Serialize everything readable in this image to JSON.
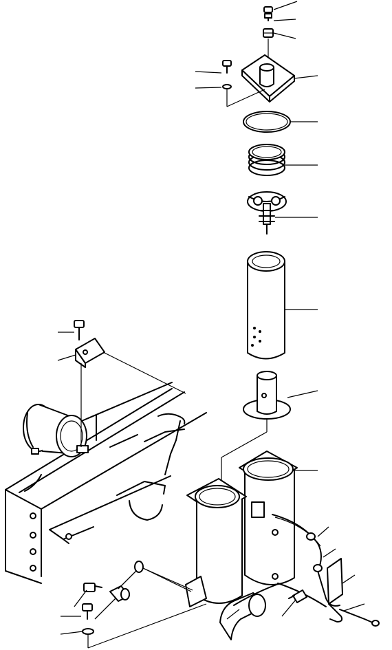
{
  "diagram": {
    "kind": "exploded-parts-view",
    "line_color": "#000000",
    "background": "#ffffff",
    "labels": []
  },
  "callouts": [
    {
      "id": "c1",
      "part": "small-bolt-top"
    },
    {
      "id": "c2",
      "part": "bolt-top"
    },
    {
      "id": "c3",
      "part": "washer-top"
    },
    {
      "id": "c4",
      "part": "cover-plate"
    },
    {
      "id": "c5",
      "part": "o-ring"
    },
    {
      "id": "c6",
      "part": "spring"
    },
    {
      "id": "c7",
      "part": "valve-assembly"
    },
    {
      "id": "c8",
      "part": "filter-element"
    },
    {
      "id": "c9",
      "part": "center-pipe"
    },
    {
      "id": "c10",
      "part": "filter-case"
    },
    {
      "id": "c11",
      "part": "left-bolt"
    },
    {
      "id": "c12",
      "part": "left-washer"
    },
    {
      "id": "c13",
      "part": "left-bracket"
    },
    {
      "id": "c14",
      "part": "hose-fitting"
    },
    {
      "id": "c15",
      "part": "hose-clamp"
    },
    {
      "id": "c16",
      "part": "harness-clip"
    },
    {
      "id": "c17",
      "part": "harness-end"
    },
    {
      "id": "c18",
      "part": "fitting-bottom"
    },
    {
      "id": "c19",
      "part": "elbow-fitting"
    },
    {
      "id": "c20",
      "part": "small-oring"
    },
    {
      "id": "c21",
      "part": "bottom-bolt"
    },
    {
      "id": "c22",
      "part": "bottom-washer"
    }
  ]
}
